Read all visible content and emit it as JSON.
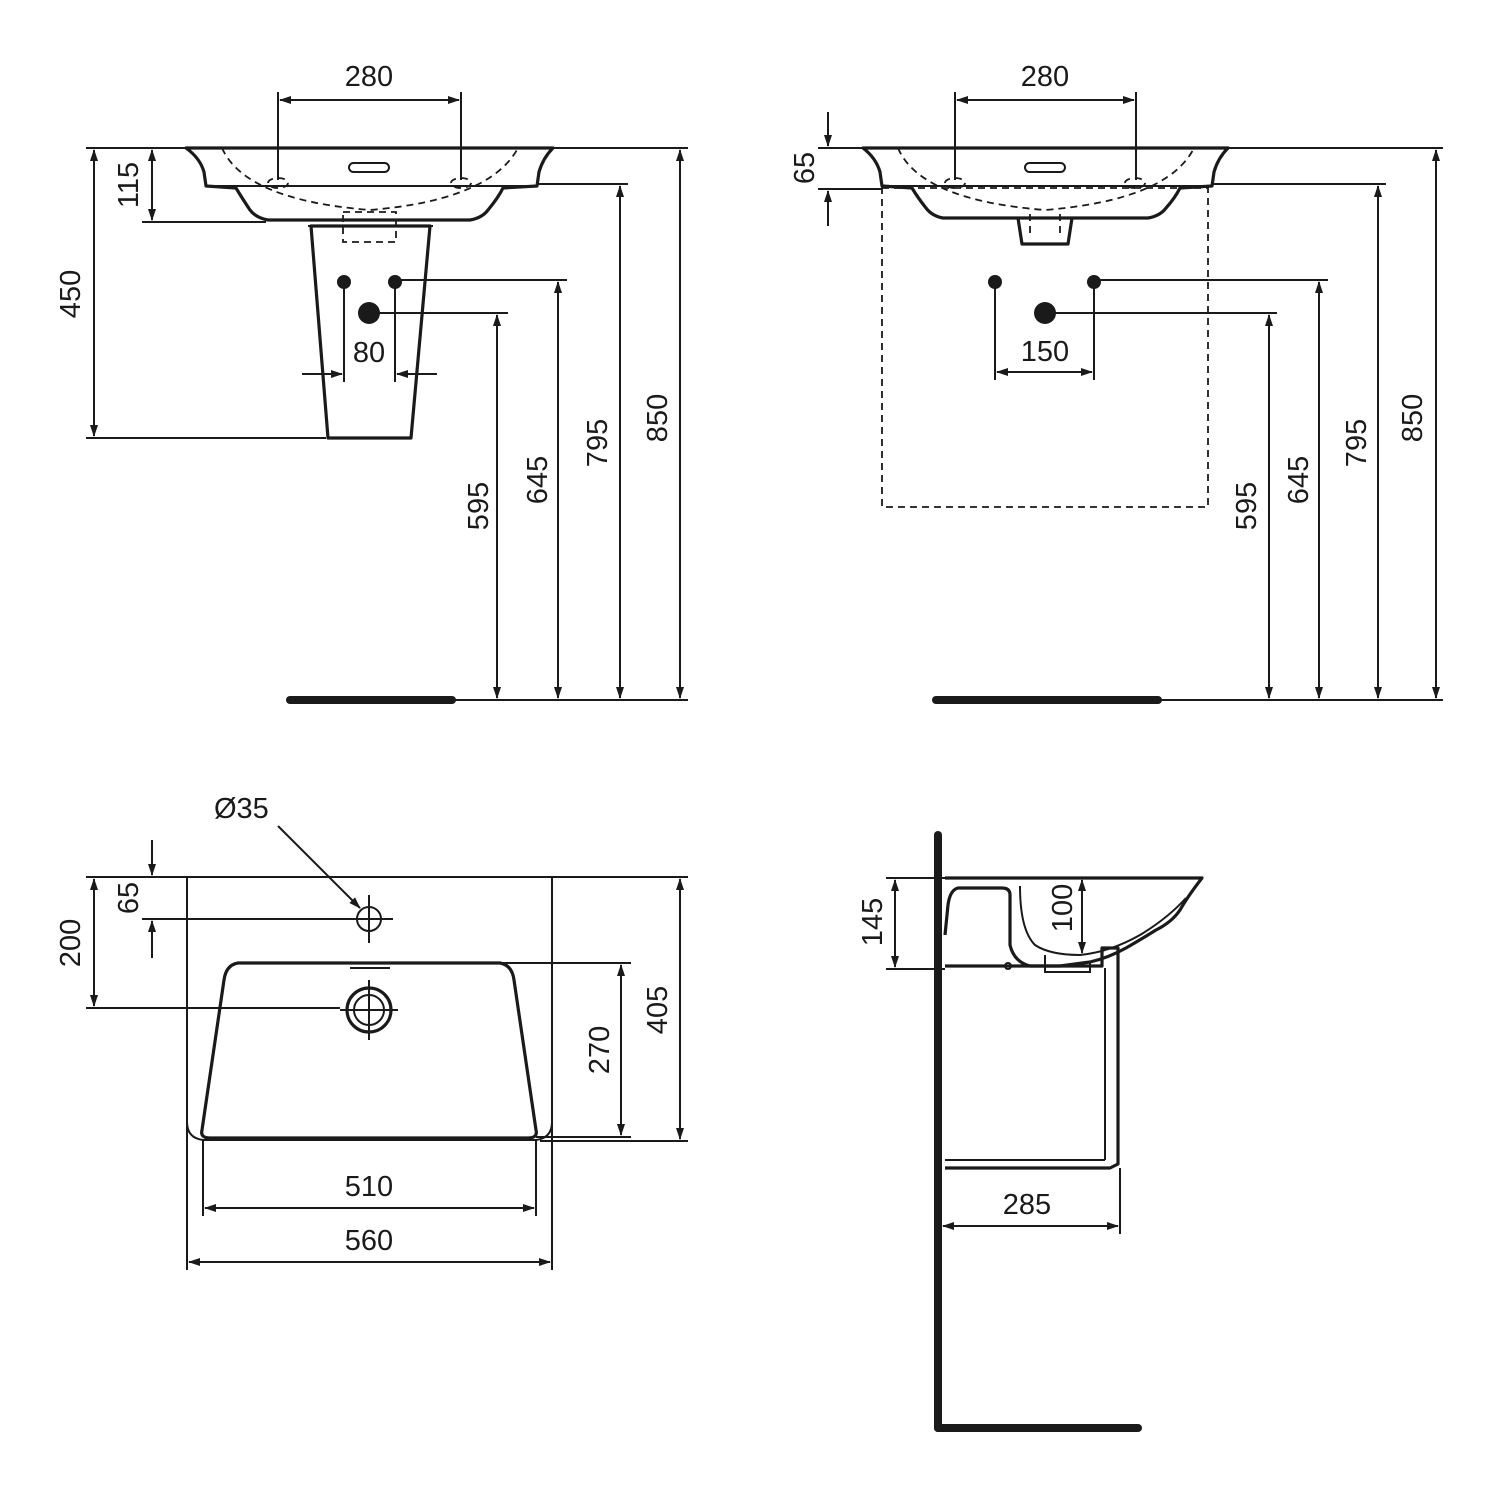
{
  "drawing": {
    "front_pedestal": {
      "dims": {
        "tap_spacing": "280",
        "rim_depth": "115",
        "pedestal_height": "450",
        "supply_spacing": "80",
        "waste_height": "595",
        "supply_height": "645",
        "underside_height": "795",
        "rim_height": "850"
      }
    },
    "front_furniture": {
      "dims": {
        "tap_spacing": "280",
        "rim_depth": "65",
        "supply_spacing": "150",
        "waste_height": "595",
        "supply_height": "645",
        "underside_height": "795",
        "rim_height": "850"
      }
    },
    "plan": {
      "dims": {
        "tap_hole_diameter": "Ø35",
        "tap_hole_offset": "65",
        "waste_offset": "200",
        "bowl_depth": "270",
        "overall_depth": "405",
        "bowl_width": "510",
        "overall_width": "560"
      }
    },
    "side": {
      "dims": {
        "basin_height": "145",
        "bowl_depth": "100",
        "projection": "285"
      }
    }
  }
}
